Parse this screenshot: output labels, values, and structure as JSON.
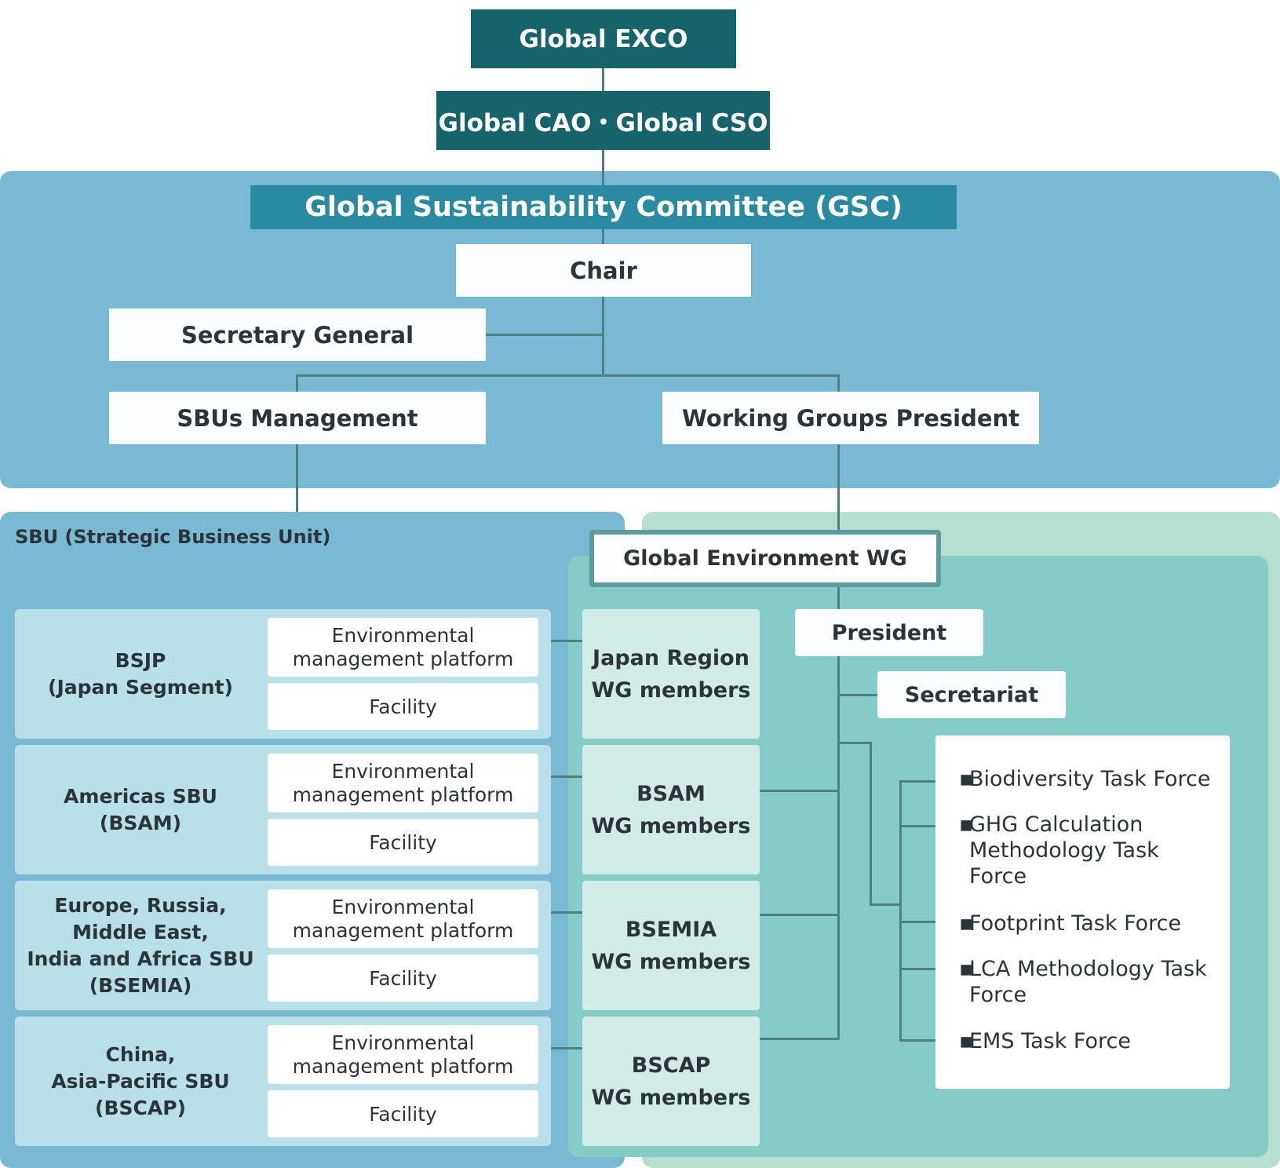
{
  "top": {
    "exco": "Global EXCO",
    "cao_cso": "Global CAO・Global CSO"
  },
  "gsc": {
    "title": "Global Sustainability Committee (GSC)",
    "chair": "Chair",
    "secretary_general": "Secretary General",
    "sbus_management": "SBUs Management",
    "wg_president": "Working Groups President"
  },
  "sbu_panel": {
    "title": "SBU (Strategic Business Unit)",
    "rows": [
      {
        "name_lines": [
          "BSJP",
          "(Japan Segment)"
        ],
        "platform": "Environmental management platform",
        "facility": "Facility"
      },
      {
        "name_lines": [
          "Americas SBU",
          "(BSAM)"
        ],
        "platform": "Environmental management platform",
        "facility": "Facility"
      },
      {
        "name_lines": [
          "Europe, Russia,",
          "Middle East,",
          "India and Africa SBU",
          "(BSEMIA)"
        ],
        "platform": "Environmental management platform",
        "facility": "Facility"
      },
      {
        "name_lines": [
          "China,",
          "Asia-Pacific SBU",
          "(BSCAP)"
        ],
        "platform": "Environmental management platform",
        "facility": "Facility"
      }
    ]
  },
  "wg_panel": {
    "title": "Global Environment WG",
    "members": [
      {
        "line1": "Japan Region",
        "line2": "WG members"
      },
      {
        "line1": "BSAM",
        "line2": "WG members"
      },
      {
        "line1": "BSEMIA",
        "line2": "WG members"
      },
      {
        "line1": "BSCAP",
        "line2": "WG members"
      }
    ],
    "president": "President",
    "secretariat": "Secretariat",
    "task_forces": [
      "Biodiversity Task Force",
      "GHG Calculation Methodology Task Force",
      "Footprint Task Force",
      "LCA Methodology Task Force",
      "EMS Task Force"
    ],
    "bullet": "▪"
  },
  "colors": {
    "dark_teal": "#17636c",
    "gsc_teal": "#2a8aa1",
    "blue_panel": "#7ab9d3",
    "green_panel": "#b7dfcf",
    "teal_panel": "#86ccc6",
    "connector": "#4f7f7e"
  }
}
